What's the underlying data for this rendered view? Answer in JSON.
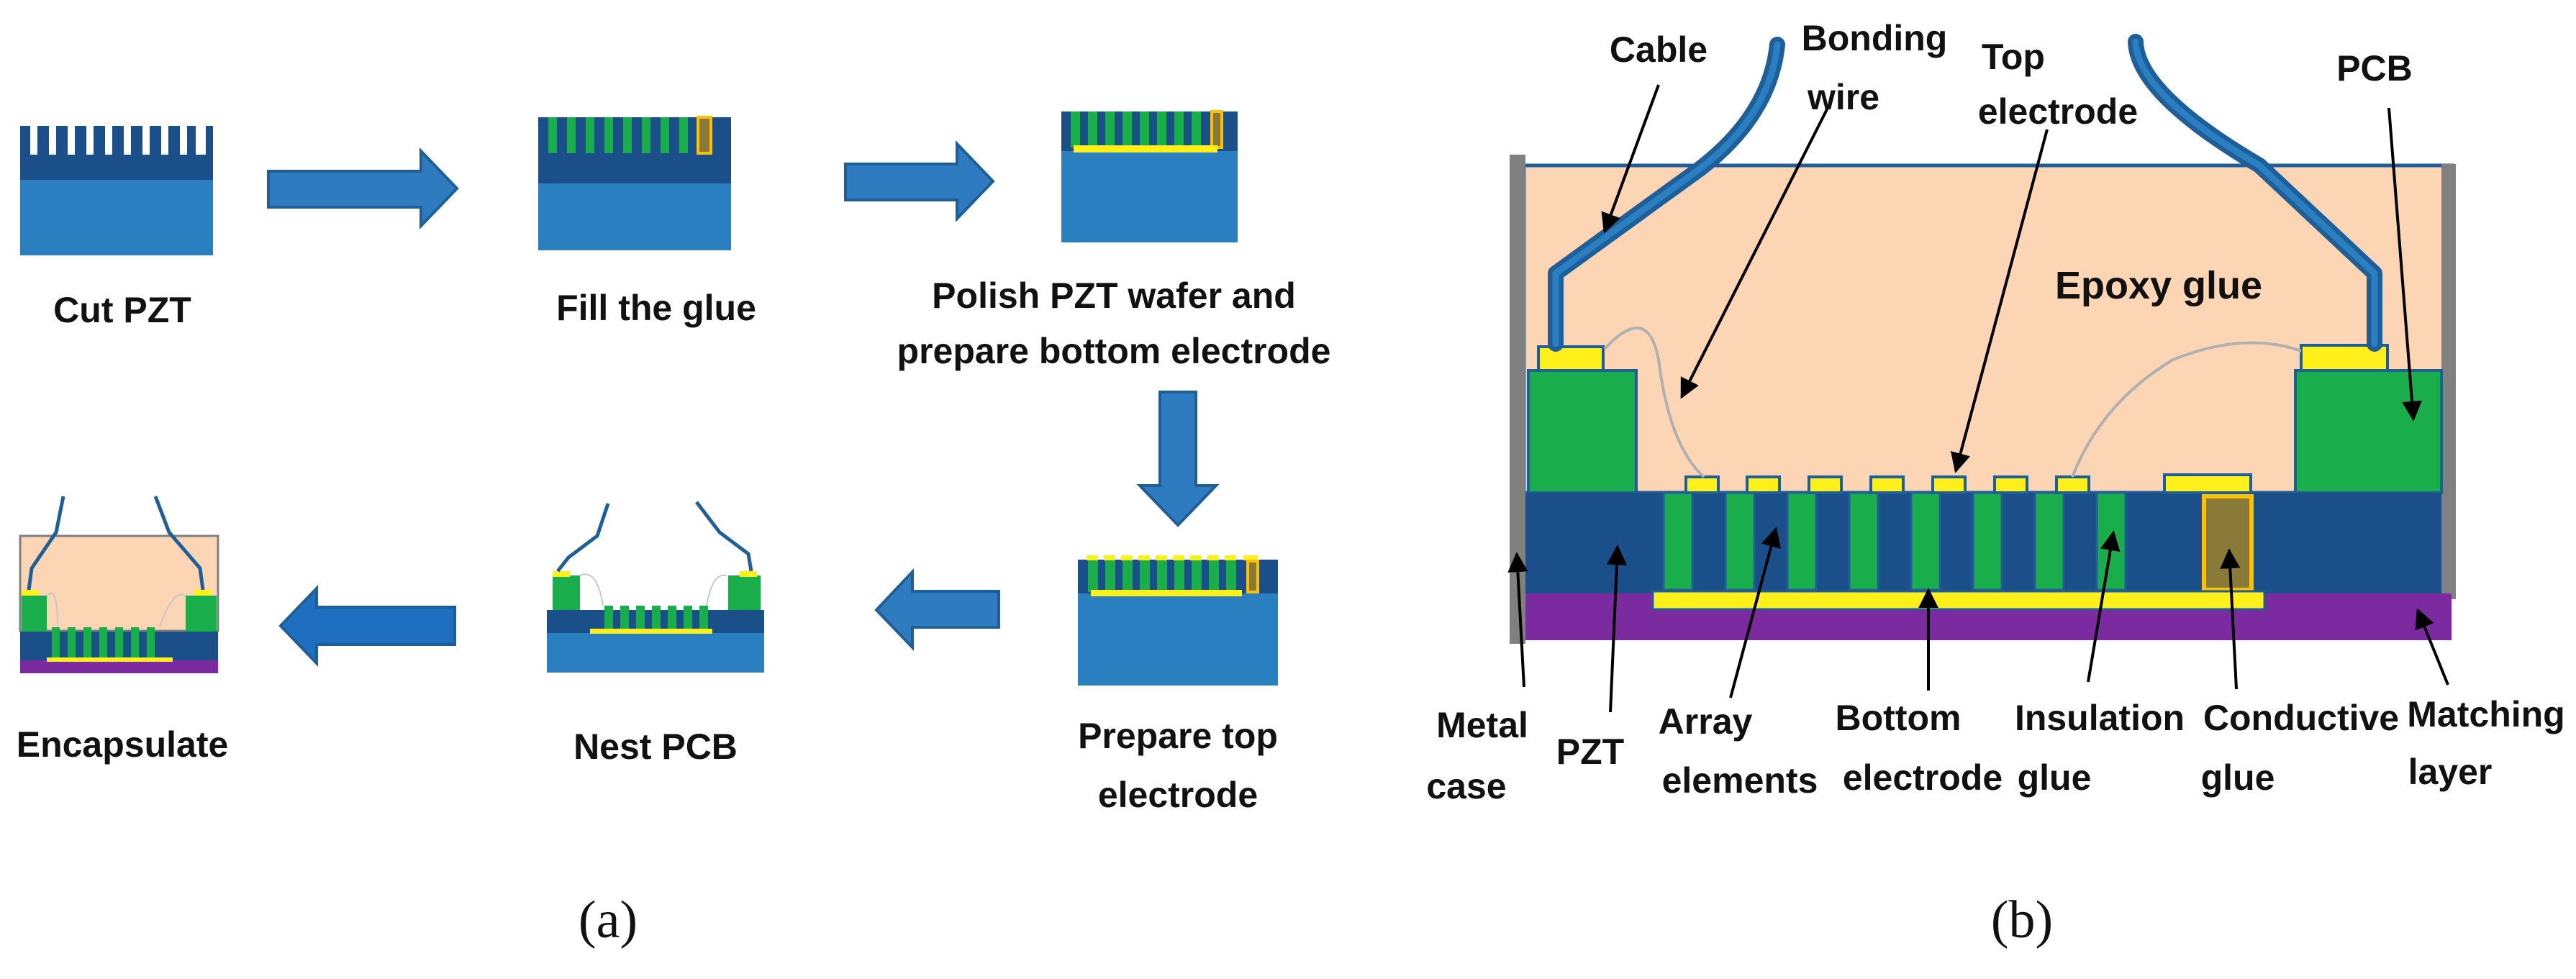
{
  "panel_a": {
    "steps": {
      "cut": "Cut PZT",
      "fill": "Fill the glue",
      "polish_line1": "Polish PZT wafer and",
      "polish_line2": "prepare bottom electrode",
      "top_line1": "Prepare top",
      "top_line2": "electrode",
      "nest": "Nest PCB",
      "encapsulate": "Encapsulate"
    },
    "caption": "(a)"
  },
  "panel_b": {
    "labels": {
      "cable": "Cable",
      "bonding_line1": "Bonding",
      "bonding_line2": "wire",
      "top_electrode_line1": "Top",
      "top_electrode_line2": "electrode",
      "pcb": "PCB",
      "epoxy": "Epoxy glue",
      "metal_case_line1": "Metal",
      "metal_case_line2": "case",
      "pzt": "PZT",
      "array_line1": "Array",
      "array_line2": "elements",
      "bottom_electrode_line1": "Bottom",
      "bottom_electrode_line2": "electrode",
      "insulation_line1": "Insulation",
      "insulation_line2": "glue",
      "conductive_line1": "Conductive",
      "conductive_line2": "glue",
      "matching_line1": "Matching",
      "matching_line2": "layer"
    },
    "caption": "(b)"
  },
  "colors": {
    "pzt_light": "#2a7fc1",
    "pzt_dark": "#1b4f8a",
    "pcb_green": "#1aad4c",
    "electrode_yellow": "#ffef1a",
    "conductive_gold": "#d4a017",
    "epoxy_peach": "#fcd5b5",
    "matching_purple": "#7b2b9f",
    "case_gray": "#808080",
    "cable_blue": "#1f5f99",
    "arrow_blue": "#2f7bbf"
  }
}
